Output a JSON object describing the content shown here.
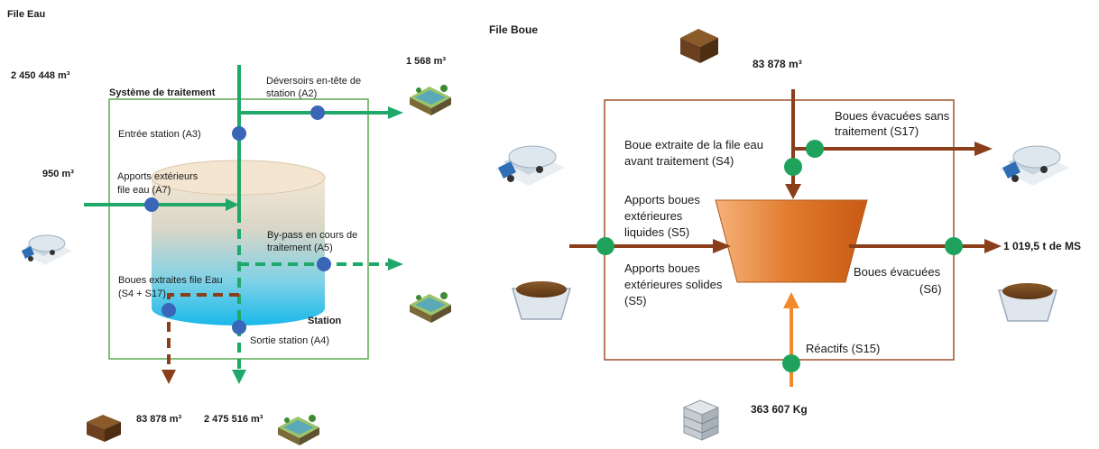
{
  "eau": {
    "title": "File Eau",
    "system_label": "Système de traitement",
    "station_label": "Station",
    "entree_label": "Entrée station (A3)",
    "apports_label_1": "Apports extérieurs",
    "apports_label_2": "file eau (A7)",
    "deversoirs_label_1": "Déversoirs en-tête de",
    "deversoirs_label_2": "station (A2)",
    "bypass_label_1": "By-pass en cours de",
    "bypass_label_2": "traitement (A5)",
    "boues_label_1": "Boues extraites file Eau",
    "boues_label_2": "(S4 + S17)",
    "sortie_label": "Sortie station (A4)",
    "vol_entree": "2 450 448 m³",
    "vol_apports": "950 m³",
    "vol_deversoirs": "1 568 m³",
    "vol_boues": "83 878 m³",
    "vol_sortie": "2 475 516 m³"
  },
  "boue": {
    "title": "File Boue",
    "vol_top": "83 878 m³",
    "extraite_1": "Boue extraite de la file eau",
    "extraite_2": "avant traitement (S4)",
    "sans_traitement_1": "Boues évacuées sans",
    "sans_traitement_2": "traitement (S17)",
    "liquides_1": "Apports boues",
    "liquides_2": "extérieures",
    "liquides_3": "liquides (S5)",
    "solides_1": "Apports boues",
    "solides_2": "extérieures solides",
    "solides_3": "(S5)",
    "evacuees_1": "Boues évacuées",
    "evacuees_2": "(S6)",
    "reactifs_label": "Réactifs (S15)",
    "reactifs_qty": "363 607 Kg",
    "ms_qty": "1 019,5 t de MS"
  },
  "colors": {
    "water_green": "#20a86a",
    "sludge_brown": "#8b3e1a",
    "reactif_orange": "#f08a2c",
    "node_blue": "#3a66b8",
    "node_green": "#1fa35c",
    "box_green": "#5aab4f",
    "box_brown": "#a0522d"
  },
  "icons": [
    "sludge-pile-icon",
    "water-basin-icon",
    "tanker-truck-icon",
    "sludge-skip-icon",
    "chemical-container-icon"
  ]
}
